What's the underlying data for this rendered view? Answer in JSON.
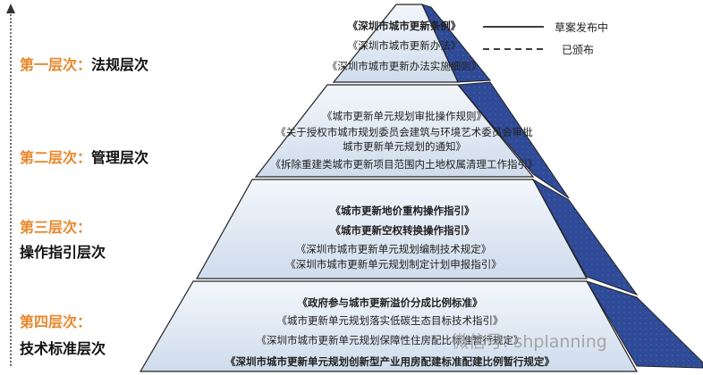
{
  "legend": [
    {
      "label": "草案发布中",
      "style": "solid"
    },
    {
      "label": "已颁布",
      "style": "dashed"
    }
  ],
  "levels": [
    {
      "prefix": "第一层次：",
      "name": "法规层次",
      "docs": [
        "《深圳市城市更新条例》",
        "《深圳市城市更新办法》",
        "《深圳市城市更新办法实施细则》"
      ]
    },
    {
      "prefix": "第二层次：",
      "name": "管理层次",
      "docs": [
        "《城市更新单元规划审批操作规则》",
        "《关于授权市城市规划委员会建筑与环境艺术委员会审批",
        "城市更新单元规划的通知》",
        "《拆除重建类城市更新项目范围内土地权属清理工作指引》"
      ]
    },
    {
      "prefix": "第三层次：",
      "name": "操作指引层次",
      "docs": [
        "《城市更新地价重构操作指引》",
        "《城市更新空权转换操作指引》",
        "《深圳市城市更新单元规划编制技术规定》",
        "《深圳市城市更新单元规划制定计划申报指引》"
      ]
    },
    {
      "prefix": "第四层次：",
      "name": "技术标准层次",
      "docs": [
        "《政府参与城市更新溢价分成比例标准》",
        "《城市更新单元规划落实低碳生态目标技术指引》",
        "《深圳市城市更新单元规划保障性住房配比标准暂行规定》",
        "《深圳市城市更新单元规划创新型产业用房配建标准配建比例暂行规定》"
      ]
    }
  ],
  "watermark": "微信号: shplanning",
  "colors": {
    "tier_front": "#dde8f4",
    "tier_side": "#2f4a96",
    "label_orange": "#e8872b",
    "border": "#222222"
  }
}
